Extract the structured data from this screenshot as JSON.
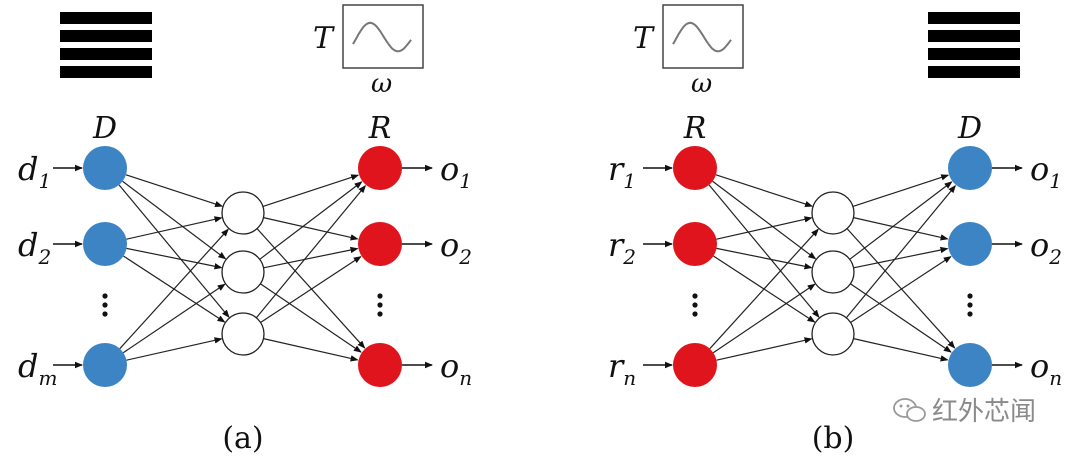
{
  "panels": [
    {
      "id": "a",
      "caption": "(a)",
      "input_layer_label": "D",
      "output_layer_label": "R",
      "input_color": "#3d84c4",
      "output_color": "#e0141c",
      "inputs": [
        {
          "base": "d",
          "sub": "1"
        },
        {
          "base": "d",
          "sub": "2"
        },
        {
          "base": "d",
          "sub": "m"
        }
      ],
      "outputs": [
        {
          "base": "o",
          "sub": "1"
        },
        {
          "base": "o",
          "sub": "2"
        },
        {
          "base": "o",
          "sub": "n"
        }
      ],
      "spectrum_label": "T",
      "spectrum_axis": "ω",
      "pattern_side": "left",
      "spectrum_side": "right"
    },
    {
      "id": "b",
      "caption": "(b)",
      "input_layer_label": "R",
      "output_layer_label": "D",
      "input_color": "#e0141c",
      "output_color": "#3d84c4",
      "inputs": [
        {
          "base": "r",
          "sub": "1"
        },
        {
          "base": "r",
          "sub": "2"
        },
        {
          "base": "r",
          "sub": "n"
        }
      ],
      "outputs": [
        {
          "base": "o",
          "sub": "1"
        },
        {
          "base": "o",
          "sub": "2"
        },
        {
          "base": "o",
          "sub": "n"
        }
      ],
      "spectrum_label": "T",
      "spectrum_axis": "ω",
      "pattern_side": "right",
      "spectrum_side": "left"
    }
  ],
  "watermark": "红外芯闻",
  "hidden_node_count": 3,
  "pattern_stripe_count": 4,
  "pattern_color": "#000000",
  "hidden_node_color": "#ffffff"
}
